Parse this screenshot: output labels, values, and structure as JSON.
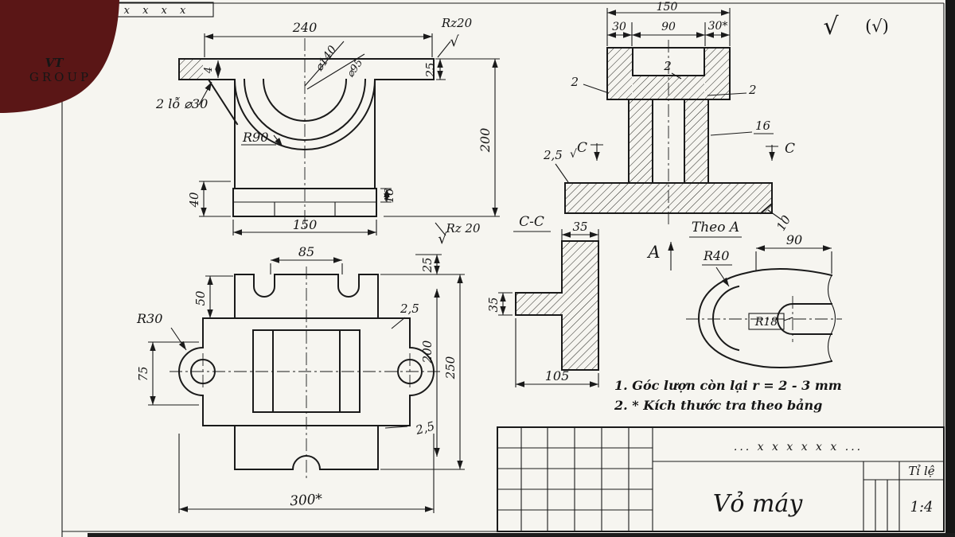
{
  "sheet": {
    "header_strip": "x x x x x x",
    "check": "√",
    "finish_check": "√",
    "finish_check_alt": "(√)"
  },
  "logo": {
    "mark": "VT",
    "group": "GROUP"
  },
  "front_view": {
    "dim_240": "240",
    "rz_top": "Rz20",
    "rz_bottom": "Rz 20",
    "dia_140": "⌀140",
    "dia_95": "⌀95",
    "holes_label": "2 lỗ ⌀30",
    "r90": "R90",
    "dim_25": "25",
    "dim_200": "200",
    "dim_40": "40",
    "dim_16": "16",
    "dim_150": "150",
    "dim_4": "4"
  },
  "top_view": {
    "dim_85": "85",
    "dim_50": "50",
    "r30": "R30",
    "dim_75": "75",
    "chamfer_top": "2,5",
    "dim_200": "200",
    "dim_250": "250",
    "dim_25": "25",
    "chamfer_bottom": "2,5",
    "dim_300": "300*"
  },
  "section_view": {
    "dim_150": "150",
    "dim_30_left": "30",
    "dim_90": "90",
    "dim_30_right": "30*",
    "fillet_left": "2",
    "fillet_mid": "2",
    "fillet_right": "2",
    "dim_16": "16",
    "rough_25": "2,5",
    "label_c_left": "C",
    "label_c_right": "C",
    "dim_10": "10"
  },
  "cc_view": {
    "title": "C-C",
    "dim_35_top": "35",
    "dim_35_left": "35",
    "dim_105": "105"
  },
  "aux_view": {
    "title": "Theo A",
    "label_a": "A",
    "r40": "R40",
    "dim_90": "90",
    "r18": "R18"
  },
  "notes": {
    "line1": "1. Góc lượn còn lại r = 2 - 3 mm",
    "line2": "2. * Kích thước tra theo bảng"
  },
  "title_block": {
    "code": "... x x x x x x ...",
    "part_name": "Vỏ máy",
    "scale_label": "Tỉ lệ",
    "scale_value": "1:4"
  }
}
